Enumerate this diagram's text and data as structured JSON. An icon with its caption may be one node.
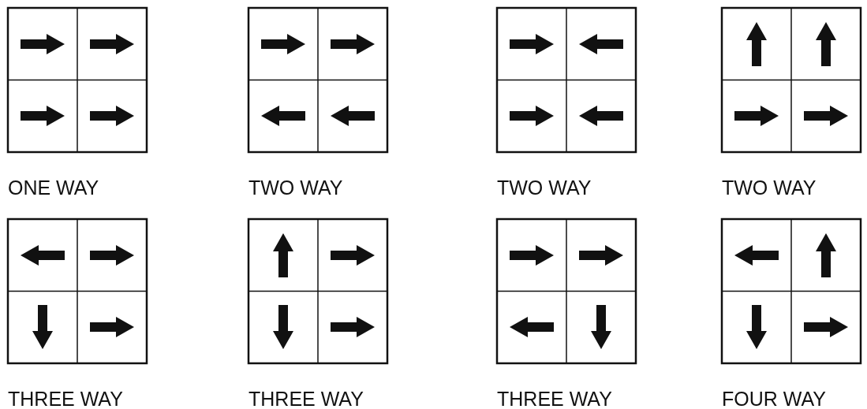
{
  "diagram": {
    "labels": [
      "ONE WAY",
      "TWO WAY",
      "TWO WAY",
      "TWO WAY",
      "THREE WAY",
      "THREE WAY",
      "THREE WAY",
      "FOUR WAY"
    ]
  }
}
